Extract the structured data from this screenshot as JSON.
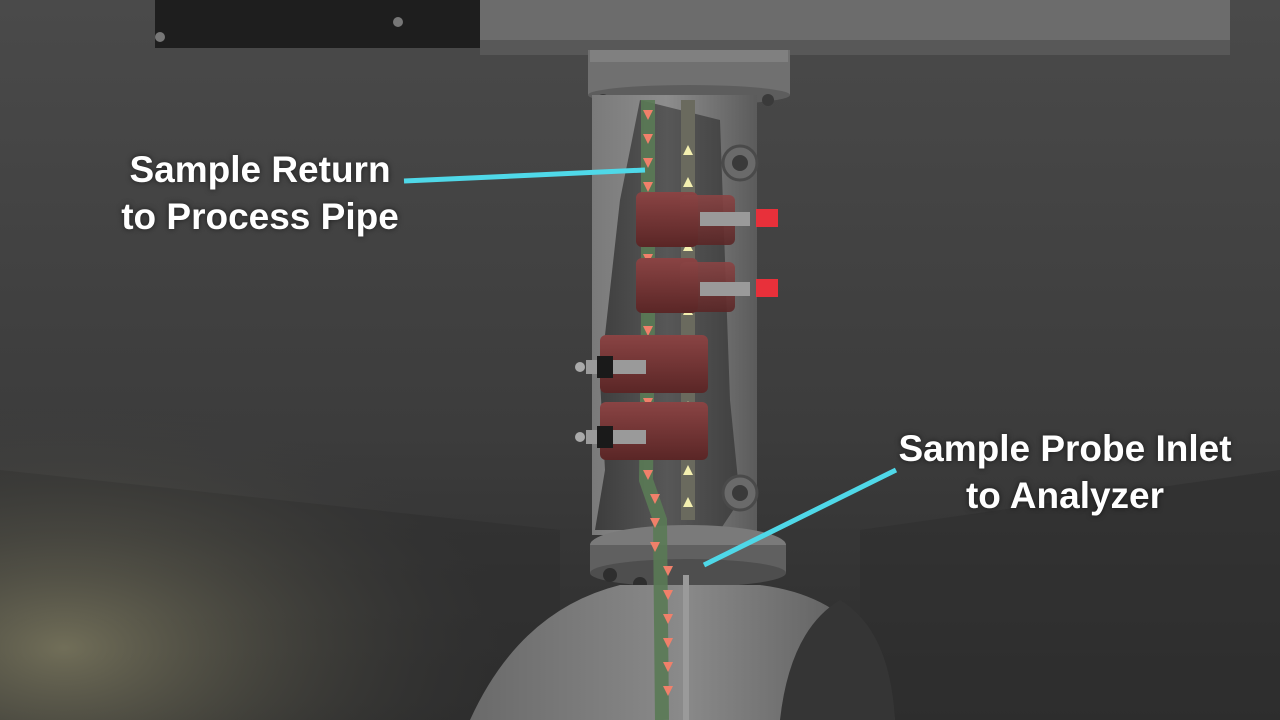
{
  "labels": {
    "sample_return": {
      "line1": "Sample Return",
      "line2": "to Process Pipe"
    },
    "sample_probe_inlet": {
      "line1": "Sample Probe Inlet",
      "line2": "to Analyzer"
    }
  },
  "colors": {
    "background": "#3a3a3a",
    "callout_line": "#4fd8e8",
    "return_arrow": "#f0806a",
    "inlet_arrow": "#f4f0b0",
    "valve_body": "#6e3232",
    "valve_handle": "#e8303a",
    "return_tube": "#5a7a55"
  },
  "icons": {
    "return_flow": "arrow-down",
    "inlet_flow": "arrow-up",
    "valve": "ball-valve"
  }
}
